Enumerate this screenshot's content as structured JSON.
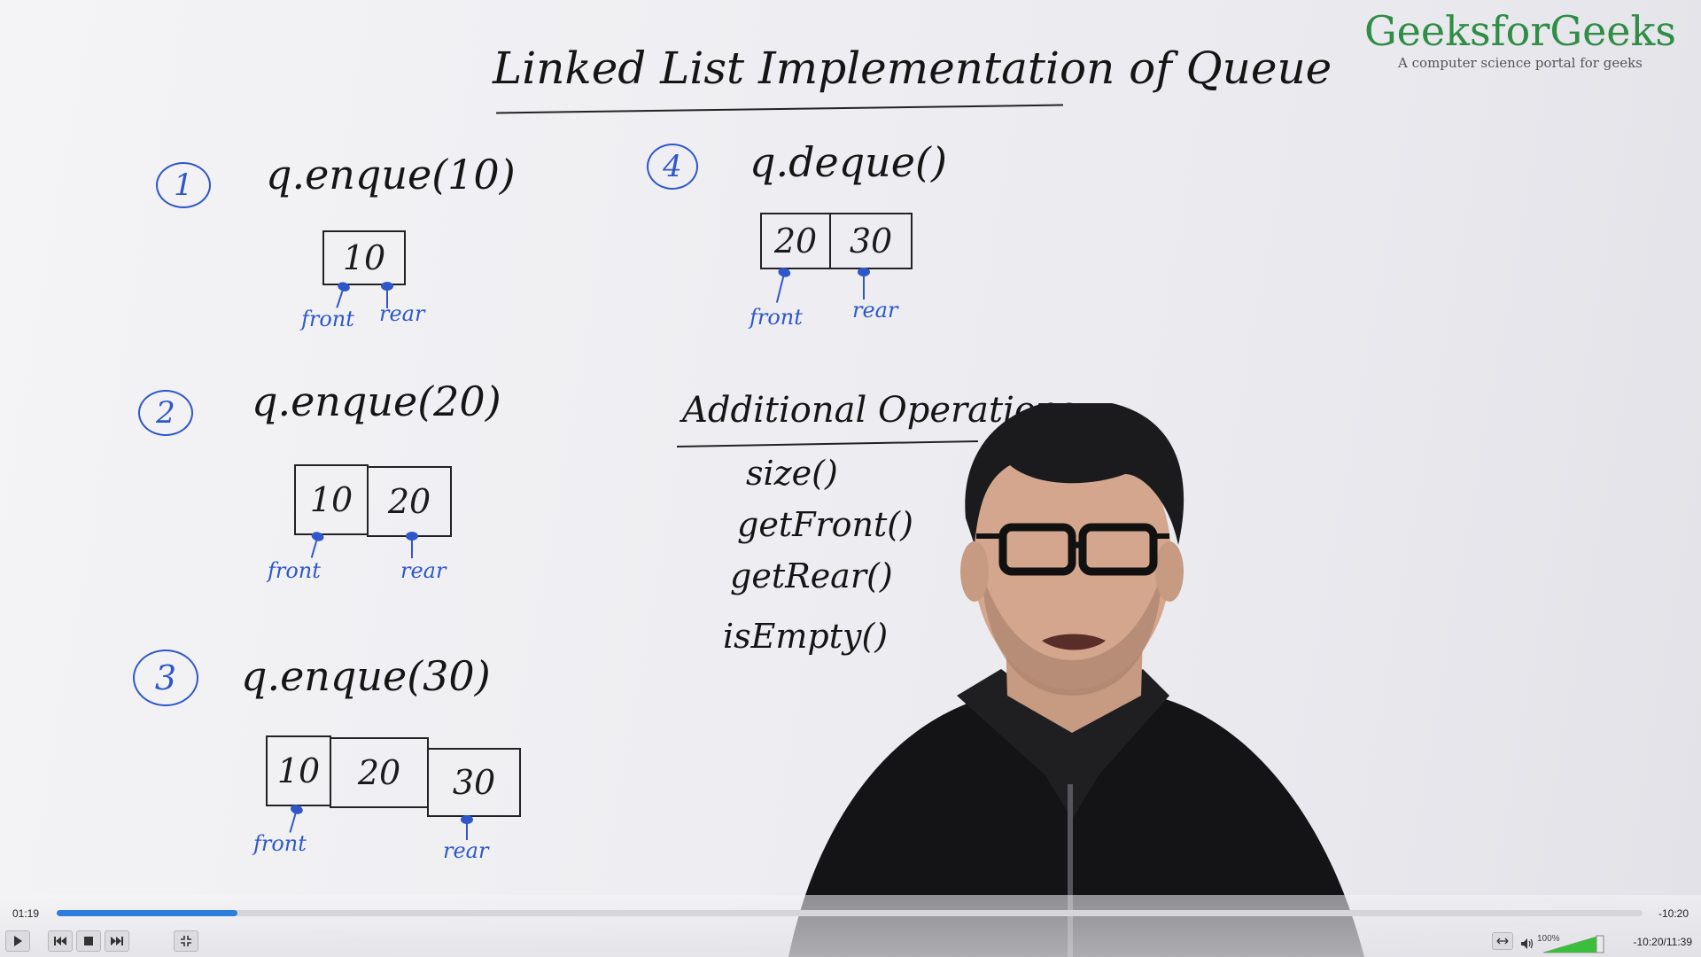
{
  "board": {
    "title": "Linked List Implementation of Queue",
    "steps": [
      {
        "number": "1",
        "op": "q.enque(10)",
        "cells": [
          "10"
        ],
        "front": "front",
        "rear": "rear"
      },
      {
        "number": "2",
        "op": "q.enque(20)",
        "cells": [
          "10",
          "20"
        ],
        "front": "front",
        "rear": "rear"
      },
      {
        "number": "3",
        "op": "q.enque(30)",
        "cells": [
          "10",
          "20",
          "30"
        ],
        "front": "front",
        "rear": "rear"
      },
      {
        "number": "4",
        "op": "q.deque()",
        "cells": [
          "20",
          "30"
        ],
        "front": "front",
        "rear": "rear"
      }
    ],
    "additional": {
      "heading": "Additional Operations",
      "items": [
        "size()",
        "getFront()",
        "getRear()",
        "isEmpty()"
      ]
    }
  },
  "logo": {
    "name": "GeeksforGeeks",
    "tagline": "A computer science portal for geeks",
    "color": "#2f8d46"
  },
  "player": {
    "elapsed": "01:19",
    "remaining": "-10:20",
    "progress_fraction": 0.114,
    "volume_label": "100%",
    "volume_fraction": 1.0,
    "time_status": "-10:20/11:39",
    "accent": "#2d7ddc"
  }
}
